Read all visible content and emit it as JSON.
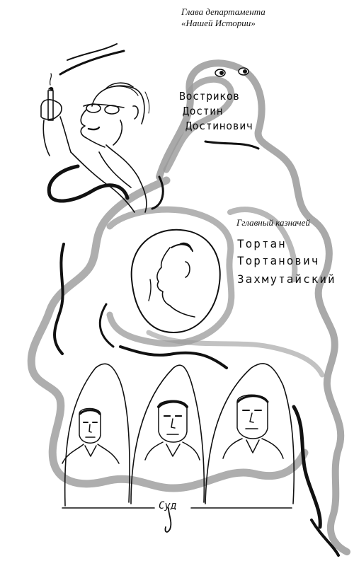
{
  "department_head": {
    "title_line1": "Глава департамента",
    "title_line2": "«Нашей Истории»",
    "name_line1": "Востриков",
    "name_line2": "Достин",
    "name_line3": "Достинович"
  },
  "treasurer": {
    "title": "Гглавный казначей",
    "name_line1": "Тортан",
    "name_line2": "Тортанович",
    "name_line3": "Захмутайский"
  },
  "court": {
    "label": "Суд"
  },
  "colors": {
    "ink": "#111111",
    "smoke": "#9a9a9a",
    "background": "#ffffff"
  }
}
